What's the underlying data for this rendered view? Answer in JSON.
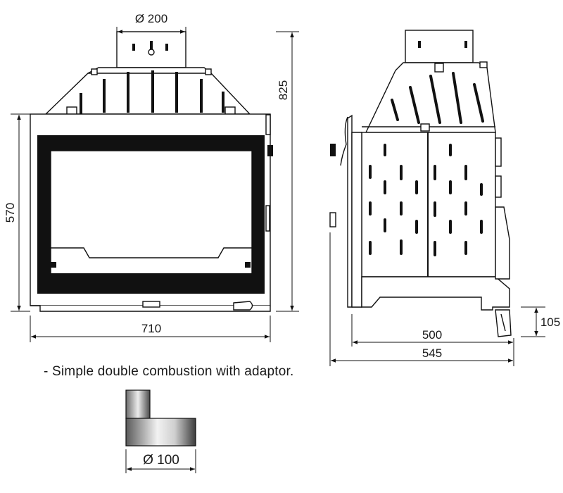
{
  "dimensions": {
    "front_flue_diameter": "Ø 200",
    "front_height_total": "825",
    "front_door_height": "570",
    "front_width": "710",
    "side_depth_body": "500",
    "side_depth_total": "545",
    "side_leg_height": "105"
  },
  "note": "- Simple double combustion with adaptor.",
  "adaptor": {
    "diameter_label": "Ø 100"
  }
}
